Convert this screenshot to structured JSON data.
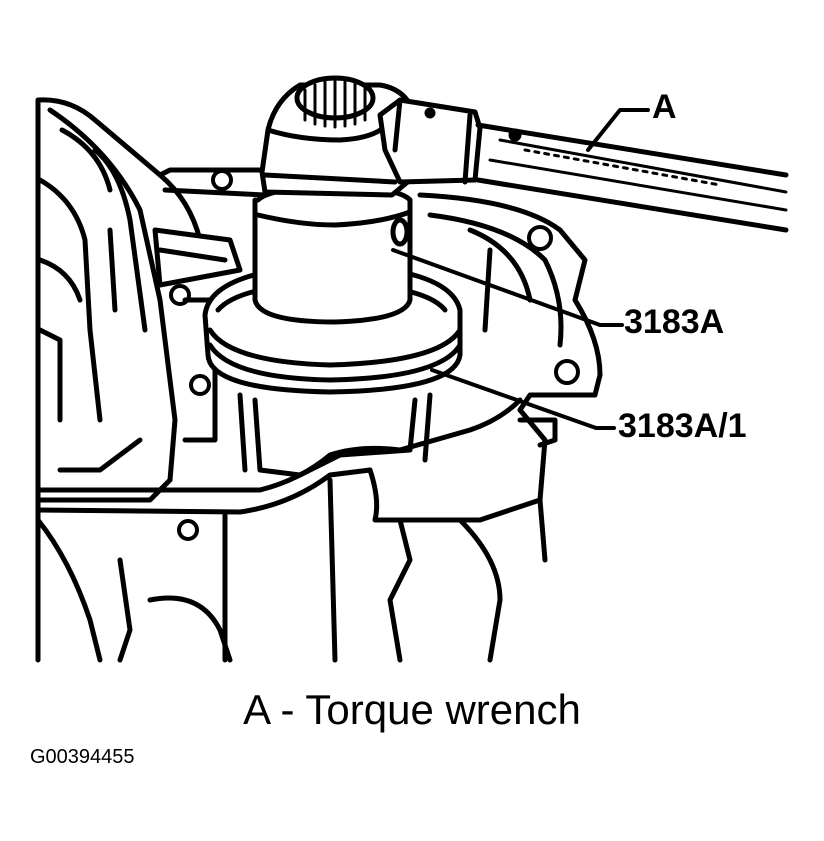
{
  "callouts": {
    "wrench": "A",
    "adapter": "3183A",
    "ring": "3183A/1"
  },
  "caption": "A - Torque wrench",
  "figure_id": "G00394455",
  "colors": {
    "ink": "#000000",
    "paper": "#ffffff"
  }
}
